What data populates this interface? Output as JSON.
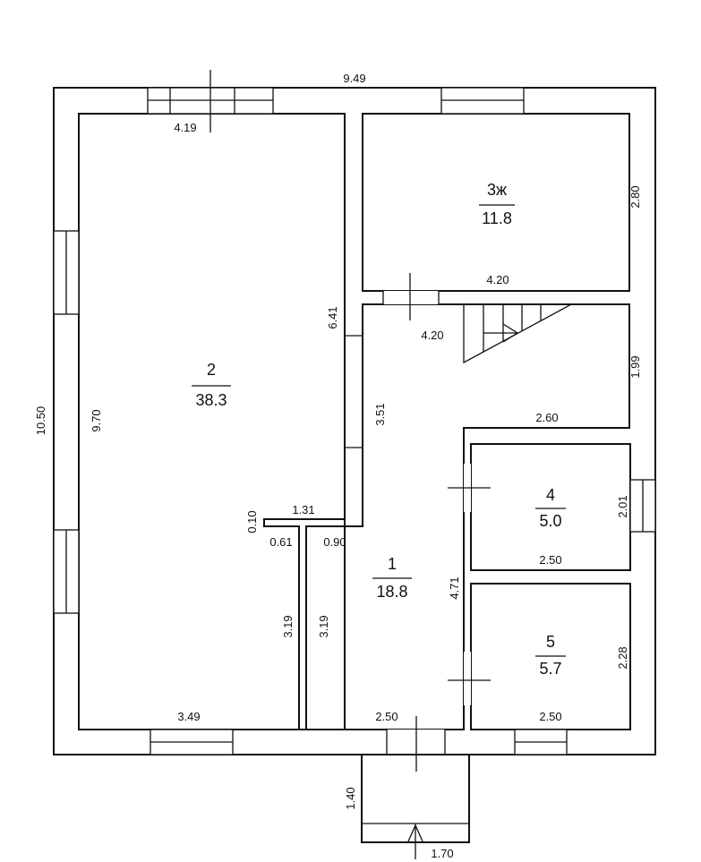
{
  "plan": {
    "rooms": [
      {
        "id": "room-2",
        "number": "2",
        "area": "38.3"
      },
      {
        "id": "room-3",
        "number": "3ж",
        "area": "11.8"
      },
      {
        "id": "room-1",
        "number": "1",
        "area": "18.8"
      },
      {
        "id": "room-4",
        "number": "4",
        "area": "5.0"
      },
      {
        "id": "room-5",
        "number": "5",
        "area": "5.7"
      }
    ],
    "dimensions": {
      "overall_width": "9.49",
      "overall_height": "10.50",
      "room2_top": "4.19",
      "room2_height": "9.70",
      "room2_right": "6.41",
      "room2_bottom": "3.49",
      "room2_lower_left": "3.19",
      "wall_stub": "1.31",
      "wall_thickness": "0.10",
      "step_a": "0.61",
      "step_b": "0.90",
      "room1_left": "3.19",
      "room1_width": "2.50",
      "room1_right": "4.71",
      "corridor_height": "3.51",
      "room3_width": "4.20",
      "room3_height": "2.80",
      "stair_width": "4.20",
      "hall_height": "1.99",
      "hall_width": "2.60",
      "room4_width": "2.50",
      "room4_height": "2.01",
      "room5_width": "2.50",
      "room5_height": "2.28",
      "porch_depth": "1.40",
      "porch_width": "1.70"
    }
  }
}
